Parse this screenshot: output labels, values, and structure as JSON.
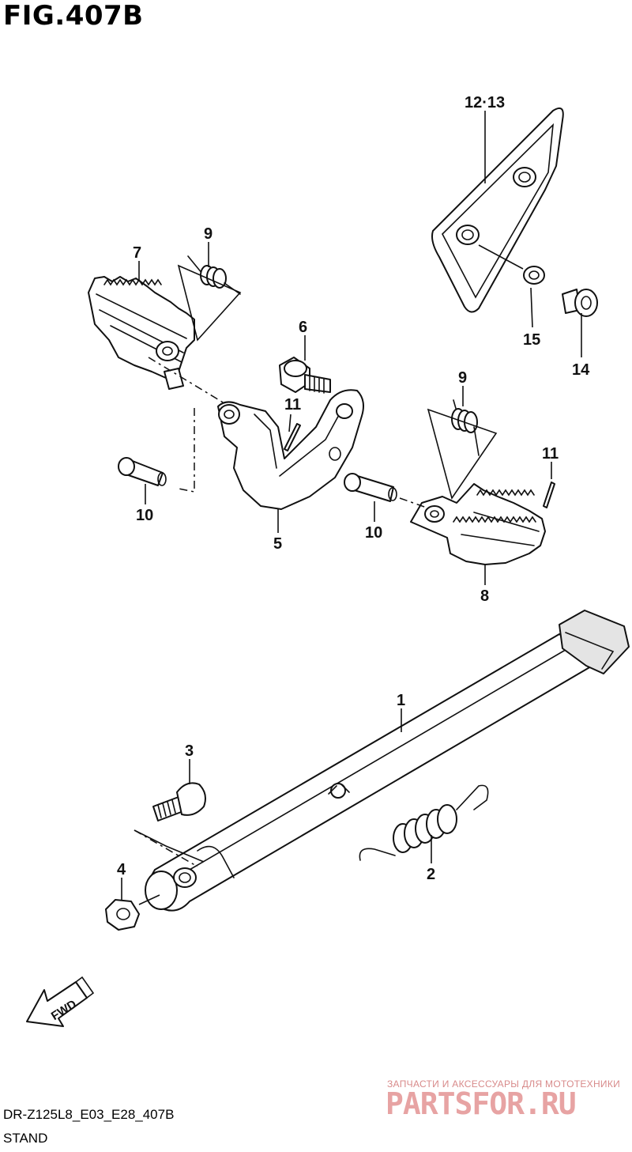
{
  "figure": {
    "title": "FIG.407B"
  },
  "callouts": {
    "c1": "1",
    "c2": "2",
    "c3": "3",
    "c4": "4",
    "c5": "5",
    "c6": "6",
    "c7": "7",
    "c8": "8",
    "c9a": "9",
    "c9b": "9",
    "c10a": "10",
    "c10b": "10",
    "c11a": "11",
    "c11b": "11",
    "c1213": "12·13",
    "c14": "14",
    "c15": "15"
  },
  "fwd_label": "FWD",
  "footer": {
    "code": "DR-Z125L8_E03_E28_407B",
    "name": "STAND"
  },
  "watermark": {
    "tagline": "ЗАПЧАСТИ И АКСЕССУАРЫ ДЛЯ МОТОТЕХНИКИ",
    "logo": "PARTSFOR.RU"
  }
}
